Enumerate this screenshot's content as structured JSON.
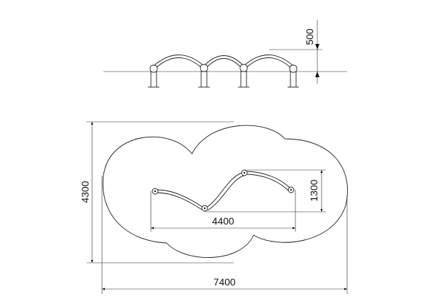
{
  "elevation_view": {
    "height_dimension": "500"
  },
  "plan_view": {
    "overall_width_dimension": "7400",
    "overall_depth_dimension": "4300",
    "equipment_length_dimension": "4400",
    "equipment_depth_dimension": "1300"
  }
}
